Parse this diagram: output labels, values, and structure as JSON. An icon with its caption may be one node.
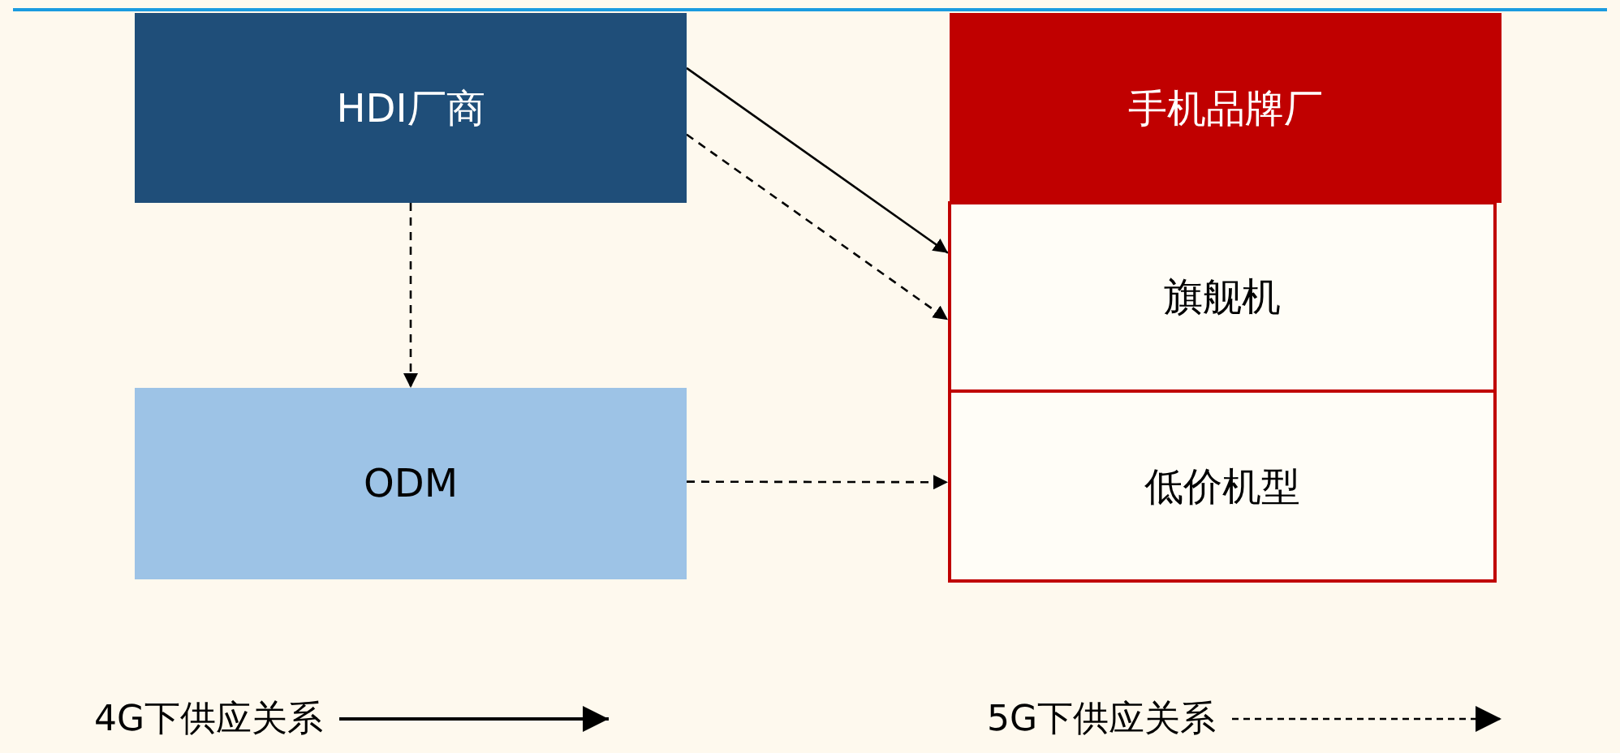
{
  "diagram": {
    "nodes": [
      {
        "text": [
          "HDI厂商"
        ]
      },
      {
        "text": [
          "手机品牌厂"
        ]
      },
      {
        "text": [
          "ODM"
        ]
      },
      {
        "text": [
          "旗舰机"
        ]
      },
      {
        "text": [
          "低价机型"
        ]
      }
    ],
    "edges": [
      {
        "from": 0,
        "to": 3,
        "arrow": "to"
      },
      {
        "from": 0,
        "to": 3,
        "arrow": "to",
        "style": "dashed"
      },
      {
        "from": 0,
        "to": 2,
        "arrow": "to",
        "style": "dashed"
      },
      {
        "from": 2,
        "to": 4,
        "arrow": "to",
        "style": "dashed"
      }
    ],
    "legend": [
      {
        "text": "4G下供应关系"
      },
      {
        "text": "5G下供应关系"
      }
    ]
  }
}
